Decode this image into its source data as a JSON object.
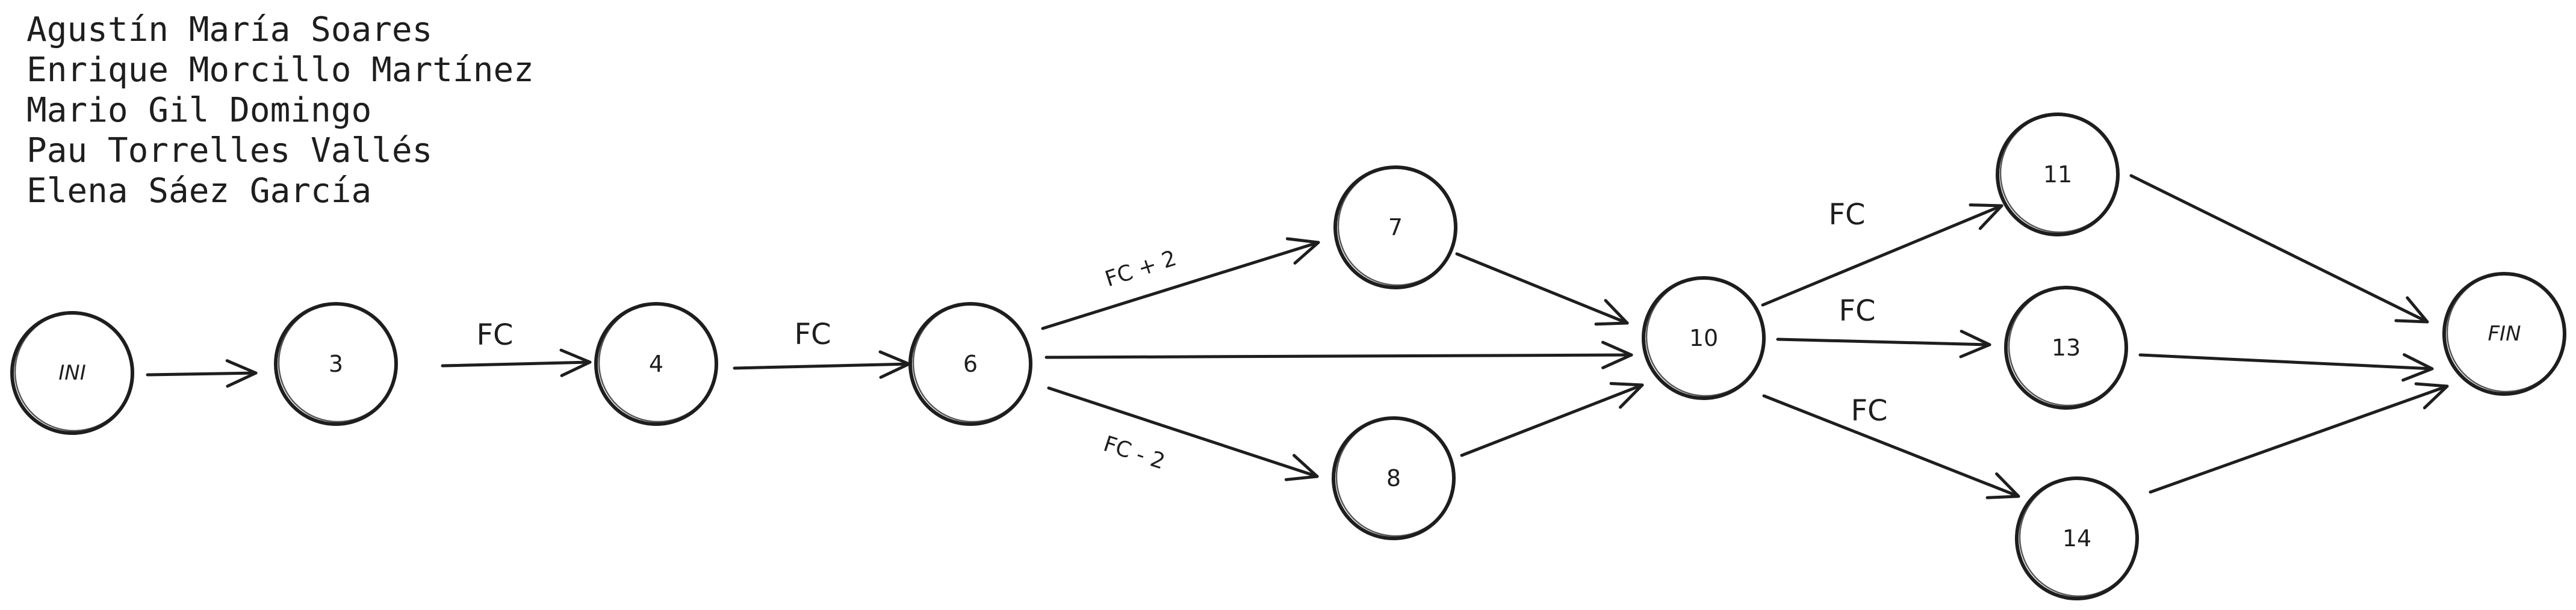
{
  "authors": [
    "Agustín María Soares",
    "Enrique Morcillo Martínez",
    "Mario Gil Domingo",
    "Pau Torrelles Vallés",
    "Elena Sáez García"
  ],
  "nodes": [
    {
      "id": "ini",
      "label": "INI"
    },
    {
      "id": "3",
      "label": "3"
    },
    {
      "id": "4",
      "label": "4"
    },
    {
      "id": "6",
      "label": "6"
    },
    {
      "id": "7",
      "label": "7"
    },
    {
      "id": "8",
      "label": "8"
    },
    {
      "id": "10",
      "label": "10"
    },
    {
      "id": "11",
      "label": "11"
    },
    {
      "id": "13",
      "label": "13"
    },
    {
      "id": "14",
      "label": "14"
    },
    {
      "id": "fin",
      "label": "FIN"
    }
  ],
  "edges": [
    {
      "from": "ini",
      "to": "3",
      "label": ""
    },
    {
      "from": "3",
      "to": "4",
      "label": "FC"
    },
    {
      "from": "4",
      "to": "6",
      "label": "FC"
    },
    {
      "from": "6",
      "to": "7",
      "label": "FC + 2"
    },
    {
      "from": "6",
      "to": "10",
      "label": ""
    },
    {
      "from": "6",
      "to": "8",
      "label": "FC - 2"
    },
    {
      "from": "7",
      "to": "10",
      "label": ""
    },
    {
      "from": "8",
      "to": "10",
      "label": ""
    },
    {
      "from": "10",
      "to": "11",
      "label": "FC"
    },
    {
      "from": "10",
      "to": "13",
      "label": "FC"
    },
    {
      "from": "10",
      "to": "14",
      "label": "FC"
    },
    {
      "from": "11",
      "to": "fin",
      "label": ""
    },
    {
      "from": "13",
      "to": "fin",
      "label": ""
    },
    {
      "from": "14",
      "to": "fin",
      "label": ""
    }
  ]
}
